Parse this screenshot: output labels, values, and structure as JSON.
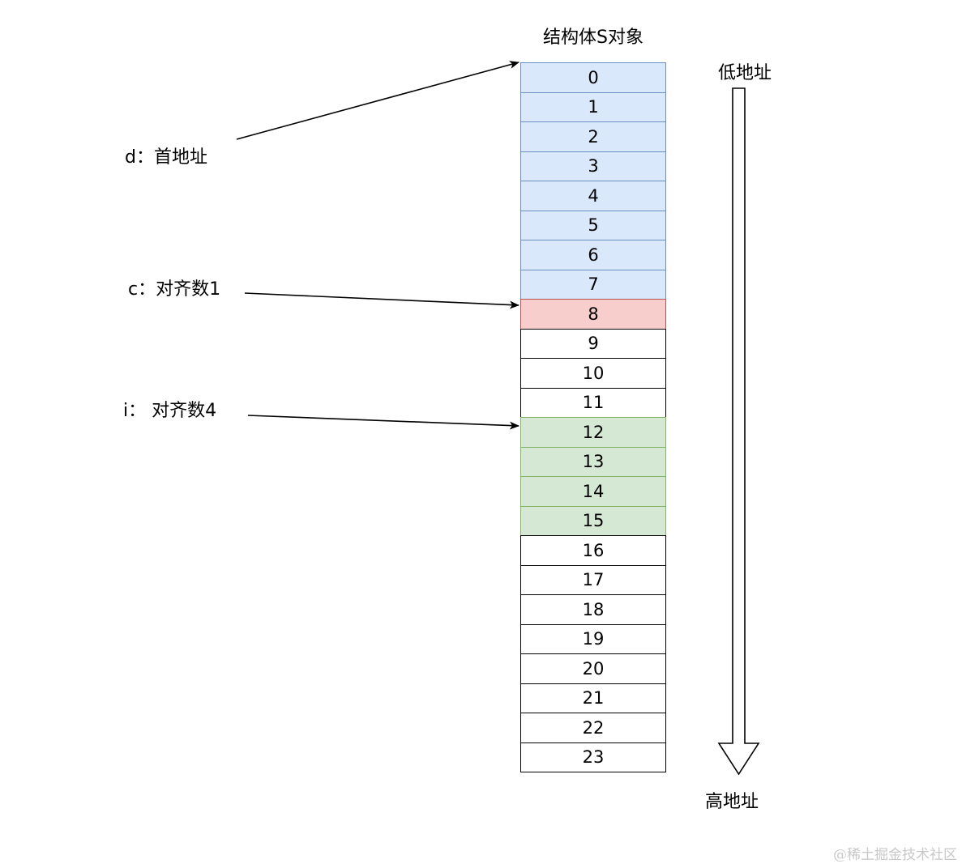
{
  "title": "结构体S对象",
  "cells": [
    {
      "label": "0",
      "kind": "d"
    },
    {
      "label": "1",
      "kind": "d"
    },
    {
      "label": "2",
      "kind": "d"
    },
    {
      "label": "3",
      "kind": "d"
    },
    {
      "label": "4",
      "kind": "d"
    },
    {
      "label": "5",
      "kind": "d"
    },
    {
      "label": "6",
      "kind": "d"
    },
    {
      "label": "7",
      "kind": "d"
    },
    {
      "label": "8",
      "kind": "c"
    },
    {
      "label": "9",
      "kind": "pad"
    },
    {
      "label": "10",
      "kind": "pad"
    },
    {
      "label": "11",
      "kind": "pad"
    },
    {
      "label": "12",
      "kind": "i"
    },
    {
      "label": "13",
      "kind": "i"
    },
    {
      "label": "14",
      "kind": "i"
    },
    {
      "label": "15",
      "kind": "i"
    },
    {
      "label": "16",
      "kind": "pad"
    },
    {
      "label": "17",
      "kind": "pad"
    },
    {
      "label": "18",
      "kind": "pad"
    },
    {
      "label": "19",
      "kind": "pad"
    },
    {
      "label": "20",
      "kind": "pad"
    },
    {
      "label": "21",
      "kind": "pad"
    },
    {
      "label": "22",
      "kind": "pad"
    },
    {
      "label": "23",
      "kind": "pad"
    }
  ],
  "labels": {
    "d": "d：首地址",
    "c": "c：对齐数1",
    "i": "i： 对齐数4"
  },
  "address": {
    "low": "低地址",
    "high": "高地址"
  },
  "watermark": "@稀土掘金技术社区",
  "colors": {
    "d_fill": "#dae8fc",
    "d_border": "#6c8ebf",
    "c_fill": "#f8cecc",
    "c_border": "#b85450",
    "i_fill": "#d5e8d4",
    "i_border": "#82b366"
  }
}
